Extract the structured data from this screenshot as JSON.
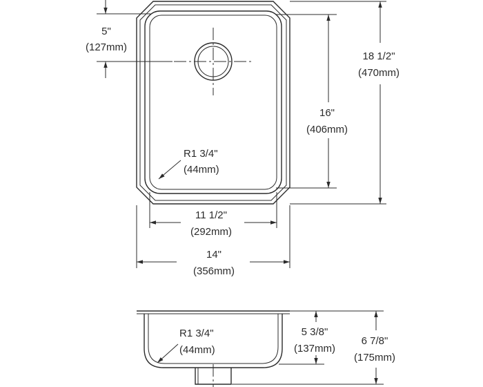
{
  "dimensions": {
    "drain_offset": {
      "imperial": "5\"",
      "metric": "(127mm)"
    },
    "overall_length": {
      "imperial": "18 1/2\"",
      "metric": "(470mm)"
    },
    "bowl_length": {
      "imperial": "16\"",
      "metric": "(406mm)"
    },
    "corner_radius_top": {
      "imperial": "R1 3/4\"",
      "metric": "(44mm)"
    },
    "bowl_width": {
      "imperial": "11 1/2\"",
      "metric": "(292mm)"
    },
    "overall_width": {
      "imperial": "14\"",
      "metric": "(356mm)"
    },
    "corner_radius_side": {
      "imperial": "R1 3/4\"",
      "metric": "(44mm)"
    },
    "bowl_depth": {
      "imperial": "5 3/8\"",
      "metric": "(137mm)"
    },
    "overall_depth": {
      "imperial": "6 7/8\"",
      "metric": "(175mm)"
    }
  }
}
